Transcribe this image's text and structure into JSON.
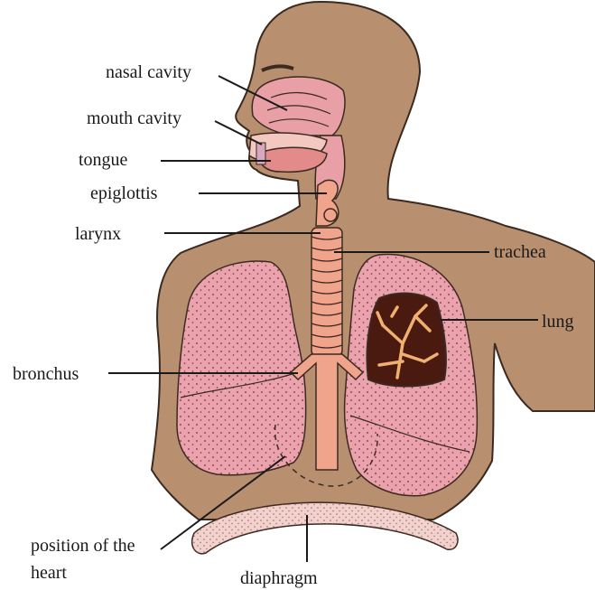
{
  "labels": {
    "nasal_cavity": "nasal cavity",
    "mouth_cavity": "mouth cavity",
    "tongue": "tongue",
    "epiglottis": "epiglottis",
    "larynx": "larynx",
    "trachea": "trachea",
    "lung": "lung",
    "bronchus": "bronchus",
    "heart_line1": "position of the",
    "heart_line2": "heart",
    "diaphragm": "diaphragm"
  },
  "colors": {
    "skin": "#b89070",
    "skin_outline": "#3a2a20",
    "lung": "#eaa2ad",
    "lung_dots": "#7a2a40",
    "airway": "#f0a48c",
    "nasal": "#e8a0a6",
    "diaphragm": "#f2d2cc",
    "cut_lung": "#4a1a10",
    "bronchiole": "#f0b070"
  }
}
